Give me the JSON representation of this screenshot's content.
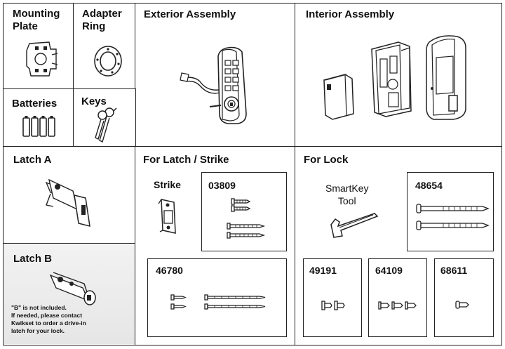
{
  "sections": {
    "mounting_plate": "Mounting\nPlate",
    "adapter_ring": "Adapter\nRing",
    "exterior": "Exterior Assembly",
    "interior": "Interior Assembly",
    "batteries": "Batteries",
    "keys": "Keys",
    "latch_a": "Latch A",
    "latch_b": "Latch B",
    "for_latch_strike": "For Latch / Strike",
    "for_lock": "For Lock"
  },
  "parts": {
    "strike": "Strike",
    "p03809": "03809",
    "p46780": "46780",
    "smartkey_tool": "SmartKey\nTool",
    "p48654": "48654",
    "p49191": "49191",
    "p64109": "64109",
    "p68611": "68611"
  },
  "latch_b_note": "\"B\" is not included.\nIf needed, please contact\nKwikset to order a drive-in\nlatch for your lock."
}
